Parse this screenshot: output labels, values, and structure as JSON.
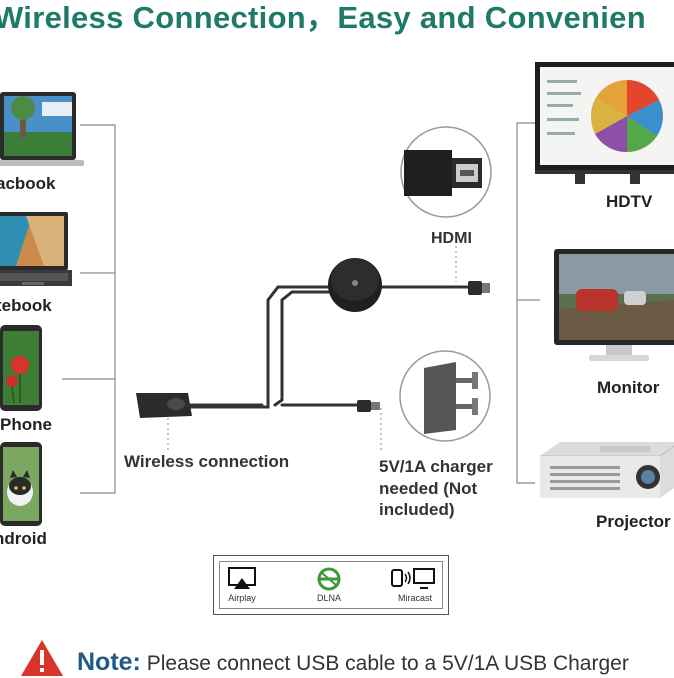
{
  "title": "Wireless Connection，Easy and Convenien",
  "sources": {
    "macbook": "acbook",
    "notebook": "tebook",
    "phone": "Phone",
    "android": "ndroid"
  },
  "outputs": {
    "hdtv": "HDTV",
    "monitor": "Monitor",
    "projector": "Projector"
  },
  "device": {
    "hdmi_label": "HDMI",
    "wireless_label": "Wireless connection",
    "charger_label_1": "5V/1A charger",
    "charger_label_2": "needed (Not",
    "charger_label_3": "included)"
  },
  "protocols": {
    "airplay": "Airplay",
    "dlna": "DLNA",
    "miracast": "Miracast"
  },
  "note": {
    "label": "Note:",
    "text": " Please connect USB cable to a 5V/1A USB Charger"
  },
  "colors": {
    "title_green": "#1f7a6a",
    "note_blue": "#1f5a8a",
    "warning_red": "#d9342b"
  }
}
